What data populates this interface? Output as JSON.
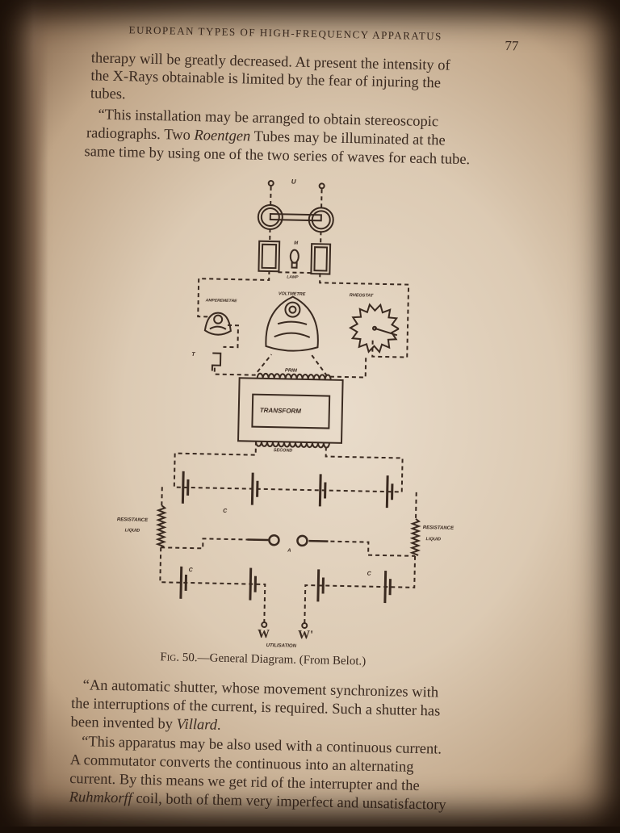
{
  "header": {
    "running_title": "EUROPEAN TYPES OF HIGH-FREQUENCY APPARATUS",
    "page_number": "77"
  },
  "paragraphs": [
    [
      [
        {
          "t": "therapy will be greatly decreased.  At present the intensity of"
        }
      ],
      [
        {
          "t": "the X-Rays obtainable is limited by the fear of injuring the"
        }
      ],
      [
        {
          "t": "tubes."
        }
      ]
    ],
    [
      [
        {
          "t": "“This installation may be arranged to obtain stereoscopic"
        }
      ],
      [
        {
          "t": "radiographs.  Two "
        },
        {
          "t": "Roentgen",
          "i": true
        },
        {
          "t": " Tubes may be illuminated at the"
        }
      ],
      [
        {
          "t": "same time by using one of the two series of waves for each tube."
        }
      ]
    ],
    [
      [
        {
          "t": "“An automatic shutter, whose movement synchronizes with"
        }
      ],
      [
        {
          "t": "the interruptions of the current, is required.  Such a shutter has"
        }
      ],
      [
        {
          "t": "been invented by "
        },
        {
          "t": "Villard",
          "i": true
        },
        {
          "t": "."
        }
      ]
    ],
    [
      [
        {
          "t": "“This apparatus may be also used with a continuous current."
        }
      ],
      [
        {
          "t": "A commutator converts the continuous into an alternating"
        }
      ],
      [
        {
          "t": "current.  By this means we get rid of the interrupter and the"
        }
      ],
      [
        {
          "t": "Ruhmkorff",
          "i": true
        },
        {
          "t": " coil, both of them very imperfect and unsatisfactory"
        }
      ]
    ]
  ],
  "figure": {
    "caption_prefix": "Fig. 50.",
    "caption_text": "—General Diagram.   (From Belot.)",
    "labels": {
      "u": "U",
      "m": "M",
      "lamp": "LAMP",
      "ampermetre": "AMPEREMETRE",
      "voltmetre": "VOLTMETRE",
      "rheostat": "RHEOSTAT",
      "t": "T",
      "prim": "PRIM",
      "transform": "TRANSFORM",
      "second": "SECOND",
      "resistance": "RESISTANCE",
      "liquid": "LIQUID",
      "c": "C",
      "a": "A",
      "w": "W",
      "w2": "W'",
      "utilisation": "UTILISATION"
    }
  }
}
